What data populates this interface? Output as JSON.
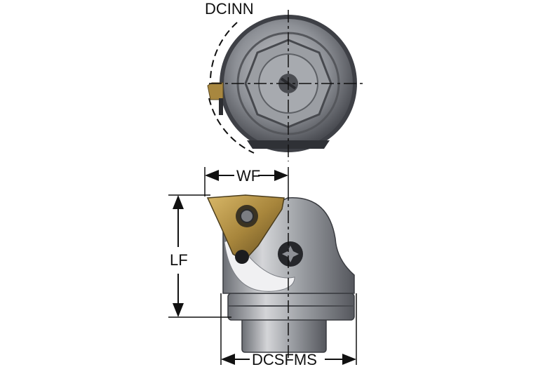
{
  "labels": {
    "dcinn": "DCINN",
    "wf": "WF",
    "lf": "LF",
    "dcsfms": "DCSFMS"
  },
  "colors": {
    "steel_dark": "#3f4147",
    "steel_mid": "#8a8d93",
    "steel_light": "#d6d7da",
    "insert_gold": "#b08a3e",
    "insert_dark": "#3b3322",
    "line": "#111111"
  }
}
